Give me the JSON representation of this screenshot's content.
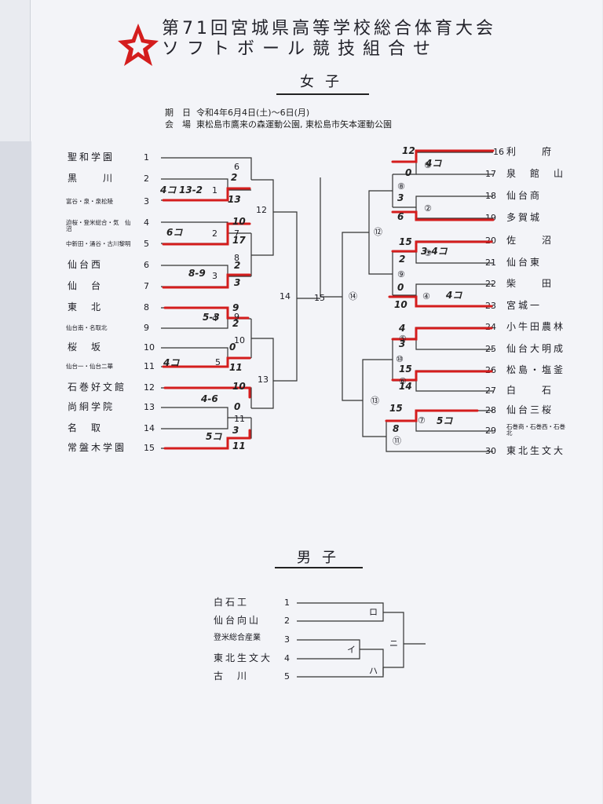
{
  "header": {
    "title_line1": "第71回宮城県高等学校総合体育大会",
    "title_line2": "ソフトボール競技組合せ"
  },
  "women": {
    "section_title": "女子",
    "date_label": "期　日",
    "date_value": "令和4年6月4日(土)～6日(月)",
    "venue_label": "会　場",
    "venue_value": "東松島市鷹来の森運動公園, 東松島市矢本運動公園",
    "left_teams": [
      {
        "num": "1",
        "name": "聖和学園"
      },
      {
        "num": "2",
        "name": "黒　　川"
      },
      {
        "num": "3",
        "name": "富谷・泉・泉松陵"
      },
      {
        "num": "4",
        "name": "迫桜・登米総合・気　仙　沼"
      },
      {
        "num": "5",
        "name": "中新田・涌谷・古川黎明"
      },
      {
        "num": "6",
        "name": "仙台西"
      },
      {
        "num": "7",
        "name": "仙　台"
      },
      {
        "num": "8",
        "name": "東　北"
      },
      {
        "num": "9",
        "name": "仙台南・名取北"
      },
      {
        "num": "10",
        "name": "桜　坂"
      },
      {
        "num": "11",
        "name": "仙台一・仙台二華"
      },
      {
        "num": "12",
        "name": "石巻好文館"
      },
      {
        "num": "13",
        "name": "尚絅学院"
      },
      {
        "num": "14",
        "name": "名　取"
      },
      {
        "num": "15",
        "name": "常盤木学園"
      }
    ],
    "right_teams": [
      {
        "num": "16",
        "name": "利　　府"
      },
      {
        "num": "17",
        "name": "泉　館　山"
      },
      {
        "num": "18",
        "name": "仙台商"
      },
      {
        "num": "19",
        "name": "多賀城"
      },
      {
        "num": "20",
        "name": "佐　　沼"
      },
      {
        "num": "21",
        "name": "仙台東"
      },
      {
        "num": "22",
        "name": "柴　　田"
      },
      {
        "num": "23",
        "name": "宮城一"
      },
      {
        "num": "24",
        "name": "小牛田農林"
      },
      {
        "num": "25",
        "name": "仙台大明成"
      },
      {
        "num": "26",
        "name": "松島・塩釜"
      },
      {
        "num": "27",
        "name": "白　　石"
      },
      {
        "num": "28",
        "name": "仙台三桜"
      },
      {
        "num": "29",
        "name": "石巻商・石巻西・石巻北"
      },
      {
        "num": "30",
        "name": "東北生文大"
      }
    ],
    "match_labels_left": [
      "1",
      "2",
      "3",
      "4",
      "5",
      "6",
      "7",
      "8",
      "9",
      "10",
      "11",
      "12",
      "13",
      "14"
    ],
    "match_labels_right": [
      "①",
      "②",
      "③",
      "④",
      "⑤",
      "⑥",
      "⑦",
      "⑧",
      "⑨",
      "⑩",
      "⑪",
      "⑫",
      "⑬",
      "⑭"
    ],
    "final_label": "15",
    "scores_left": [
      "2",
      "13",
      "4コ",
      "13-2",
      "10",
      "17",
      "6コ",
      "2",
      "3",
      "8-9",
      "9",
      "2",
      "5-3",
      "0",
      "11",
      "4コ",
      "10",
      "0",
      "4-6",
      "3",
      "11",
      "5コ"
    ],
    "scores_right": [
      "12",
      "0",
      "4コ",
      "3",
      "6",
      "15",
      "2",
      "3-4コ",
      "0",
      "10",
      "4コ",
      "4",
      "3",
      "15",
      "14",
      "15",
      "8",
      "5コ"
    ]
  },
  "men": {
    "section_title": "男子",
    "teams": [
      {
        "num": "1",
        "name": "白石工"
      },
      {
        "num": "2",
        "name": "仙台向山"
      },
      {
        "num": "3",
        "name": "登米総合産業"
      },
      {
        "num": "4",
        "name": "東北生文大"
      },
      {
        "num": "5",
        "name": "古　川"
      }
    ],
    "match_labels": [
      "イ",
      "ロ",
      "ハ",
      "ニ"
    ]
  },
  "colors": {
    "accent_red": "#d41d1d",
    "ink": "#1b1b22",
    "paper": "#f3f4f8"
  },
  "icons": {
    "logo": "red-star-logo"
  }
}
